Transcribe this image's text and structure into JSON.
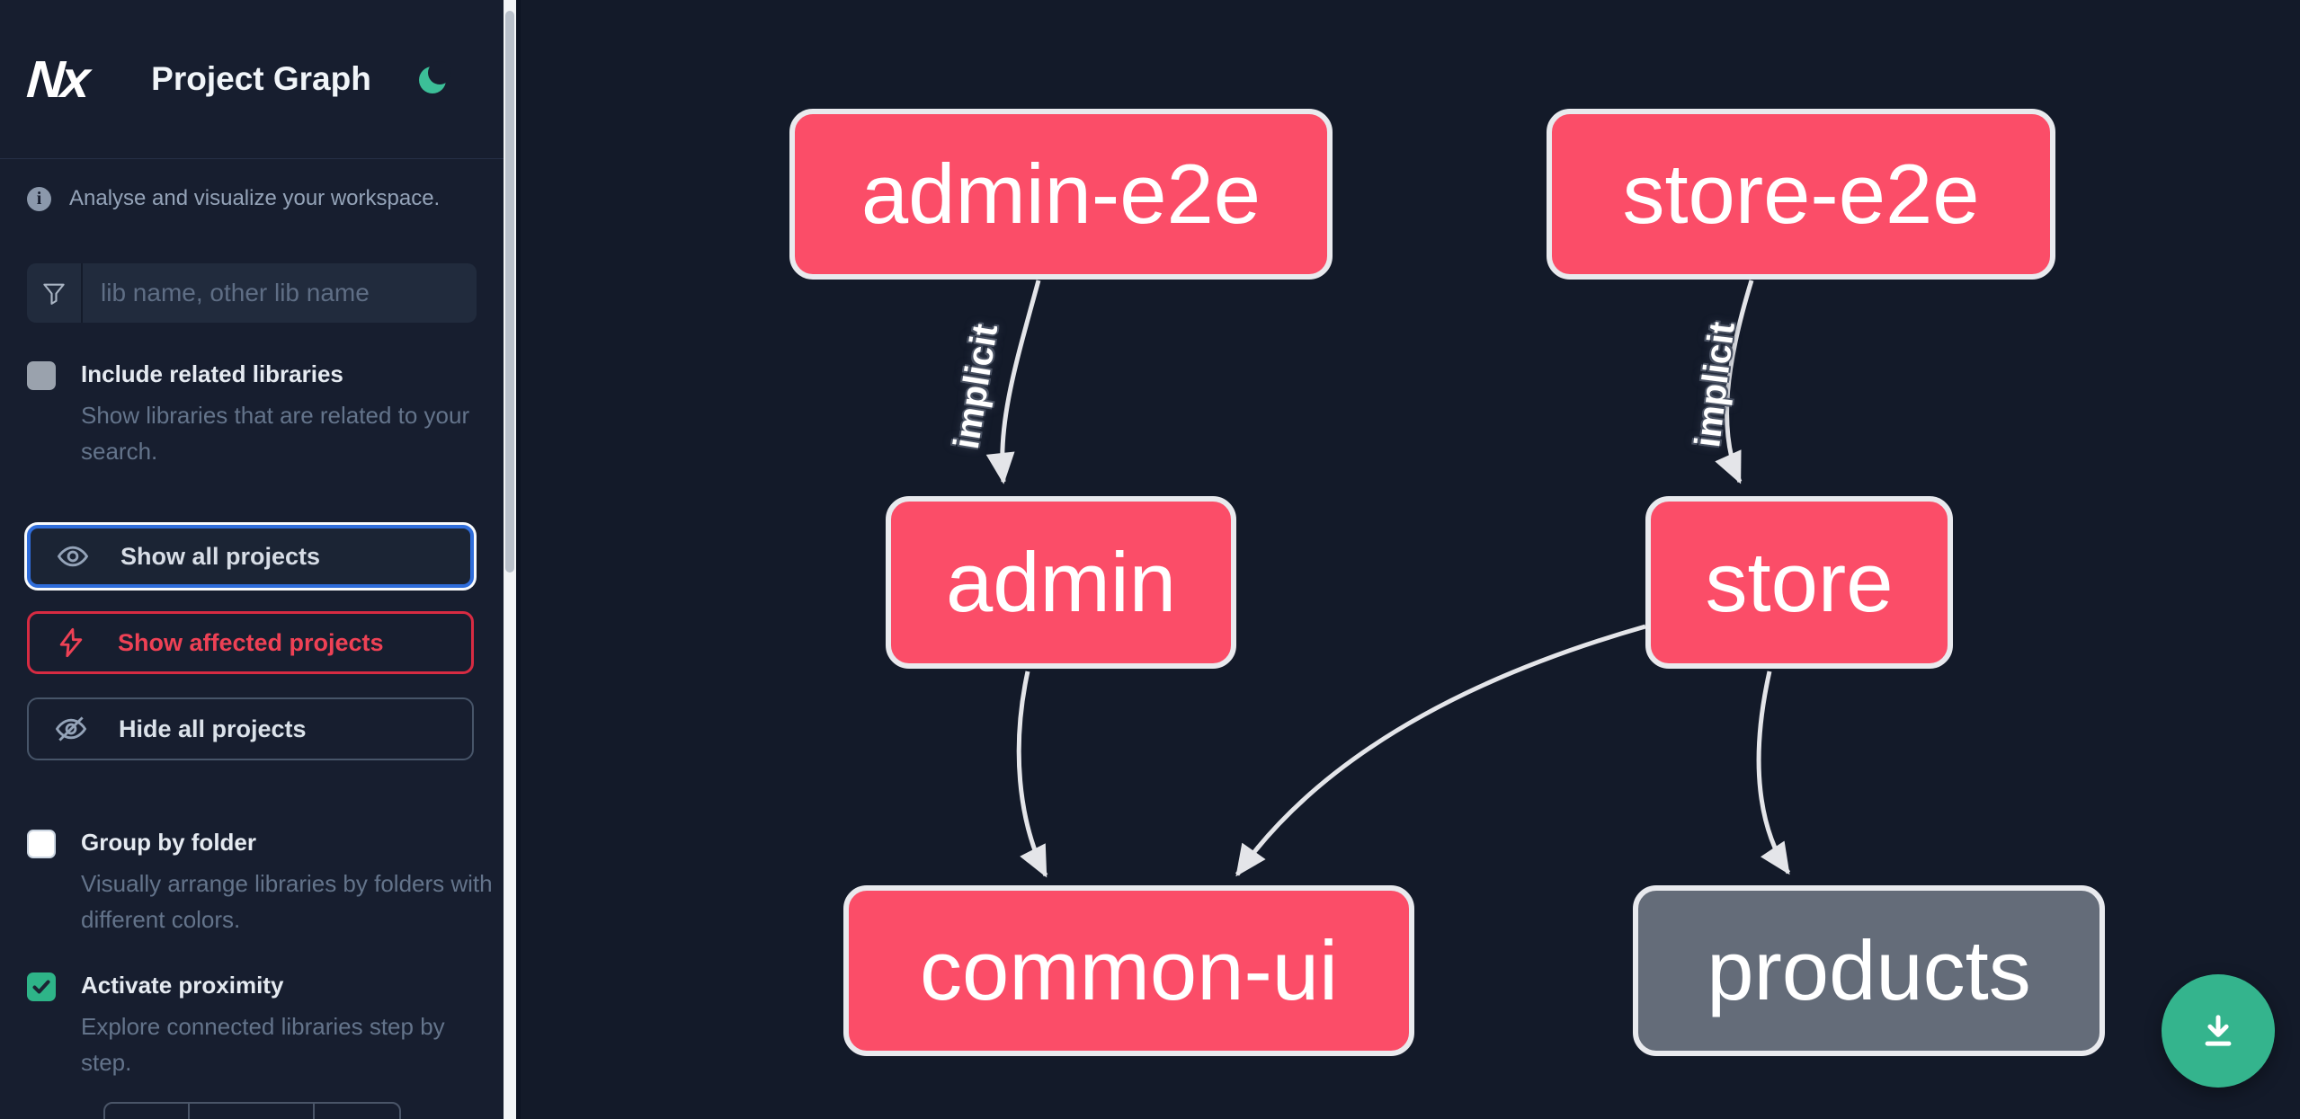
{
  "header": {
    "logo": "Nx",
    "title": "Project Graph",
    "theme_toggle": "dark-mode-moon"
  },
  "sidebar": {
    "tagline": "Analyse and visualize your workspace.",
    "search": {
      "placeholder": "lib name, other lib name"
    },
    "options": [
      {
        "label": "Include related libraries",
        "description": "Show libraries that are related to your search.",
        "checked": false
      },
      {
        "label": "Group by folder",
        "description": "Visually arrange libraries by folders with different colors.",
        "checked": false
      },
      {
        "label": "Activate proximity",
        "description": "Explore connected libraries step by step.",
        "checked": true
      }
    ],
    "buttons": [
      {
        "label": "Show all projects",
        "state": "focused"
      },
      {
        "label": "Show affected projects",
        "state": "affected"
      },
      {
        "label": "Hide all projects",
        "state": "default"
      }
    ]
  },
  "graph": {
    "nodes": [
      {
        "id": "admin-e2e",
        "label": "admin-e2e",
        "color": "pink"
      },
      {
        "id": "store-e2e",
        "label": "store-e2e",
        "color": "pink"
      },
      {
        "id": "admin",
        "label": "admin",
        "color": "pink"
      },
      {
        "id": "store",
        "label": "store",
        "color": "pink"
      },
      {
        "id": "common-ui",
        "label": "common-ui",
        "color": "pink"
      },
      {
        "id": "products",
        "label": "products",
        "color": "gray"
      }
    ],
    "edges": [
      {
        "from": "admin-e2e",
        "to": "admin",
        "label": "implicit"
      },
      {
        "from": "store-e2e",
        "to": "store",
        "label": "implicit"
      },
      {
        "from": "admin",
        "to": "common-ui",
        "label": ""
      },
      {
        "from": "store",
        "to": "common-ui",
        "label": ""
      },
      {
        "from": "store",
        "to": "products",
        "label": ""
      }
    ]
  },
  "fab": {
    "icon": "download-icon"
  },
  "colors": {
    "canvas_bg": "#131a29",
    "sidebar_bg": "#171e2f",
    "node_pink": "#fb4d68",
    "node_gray": "#646c79",
    "node_border": "#e9eaee",
    "edge": "#e4e5e9",
    "accent_green": "#34b48d",
    "focus_blue": "#2f6ddb",
    "affected_red": "#ee4155"
  }
}
